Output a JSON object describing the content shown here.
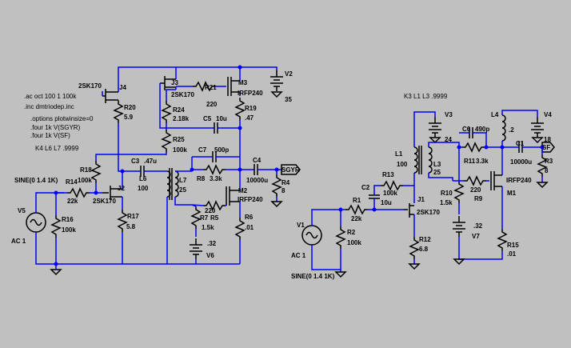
{
  "directives": {
    "ac": ".ac oct 100 1 100k",
    "inc": ".inc dmtriodep.inc",
    "options": ".options plotwinsize=0",
    "four1": ".four 1k V(SGYR)",
    "four2": ".four 1k V(SF)",
    "k1": "K4 L6 L7 .9999",
    "k2": "K3 L1 L3 .9999"
  },
  "left": {
    "v5": {
      "name": "V5",
      "src": "SINE(0 1.4 1K)",
      "ac": "AC 1"
    },
    "r14": {
      "name": "R14",
      "value": "22k"
    },
    "r16": {
      "name": "R16",
      "value": "100k"
    },
    "r18": {
      "name": "R18",
      "value": "100k"
    },
    "j2": {
      "name": "J2",
      "value": "2SK170"
    },
    "r17": {
      "name": "R17",
      "value": "5.8"
    },
    "j4": {
      "name": "J4",
      "value": "2SK170"
    },
    "r20": {
      "name": "R20",
      "value": "5.9"
    },
    "c3": {
      "name": "C3",
      "value": ".47u"
    },
    "l6": {
      "name": "L6",
      "value": "100"
    },
    "l7": {
      "name": "L7",
      "value": "25"
    },
    "j3": {
      "name": "J3",
      "value": "2SK170"
    },
    "r24": {
      "name": "R24",
      "value": "2.18k"
    },
    "r21": {
      "name": "R21",
      "value": "220"
    },
    "c5": {
      "name": "C5",
      "value": "10u"
    },
    "r25": {
      "name": "R25",
      "value": "100k"
    },
    "m3": {
      "name": "M3",
      "value": "IRFP240"
    },
    "r19": {
      "name": "R19",
      "value": ".47"
    },
    "v2": {
      "name": "V2",
      "value": "35"
    },
    "c7": {
      "name": "C7",
      "value": "500p"
    },
    "r8": {
      "name": "R8",
      "value": "3.3k"
    },
    "m2": {
      "name": "M2",
      "value": "IRFP240"
    },
    "r7": {
      "name": "R7",
      "value": "1.5k"
    },
    "r5": {
      "name": "R5",
      "value": "220"
    },
    "v6": {
      "name": "V6",
      "value": ".32"
    },
    "r6": {
      "name": "R6",
      "value": ".01"
    },
    "c4": {
      "name": "C4",
      "value": "10000u"
    },
    "r4": {
      "name": "R4",
      "value": "8"
    },
    "out": "SGYR"
  },
  "right": {
    "v1": {
      "name": "V1",
      "src": "SINE(0 1.4 1K)",
      "ac": "AC 1"
    },
    "r1": {
      "name": "R1",
      "value": "22k"
    },
    "r2": {
      "name": "R2",
      "value": "100k"
    },
    "c2": {
      "name": "C2",
      "value": "10u"
    },
    "r13": {
      "name": "R13",
      "value": "100k"
    },
    "j1": {
      "name": "J1",
      "value": "2SK170"
    },
    "r12": {
      "name": "R12",
      "value": "6.8"
    },
    "v3": {
      "name": "V3",
      "value": "24"
    },
    "l1": {
      "name": "L1",
      "value": "100"
    },
    "l3": {
      "name": "L3",
      "value": "25"
    },
    "c6": {
      "name": "C6",
      "value": "490p"
    },
    "r11": {
      "name": "R11",
      "value": "3.3k"
    },
    "r10": {
      "name": "R10",
      "value": "1.5k"
    },
    "r9": {
      "name": "R9",
      "value": "220"
    },
    "v7": {
      "name": "V7",
      "value": ".32"
    },
    "l4": {
      "name": "L4",
      "value": ".2"
    },
    "v4": {
      "name": "V4",
      "value": "18"
    },
    "c1": {
      "name": "C1",
      "value": "10000u"
    },
    "m1": {
      "name": "M1",
      "value": "IRFP240"
    },
    "r3": {
      "name": "R3",
      "value": "8"
    },
    "r15": {
      "name": "R15",
      "value": ".01"
    },
    "out": "SF"
  }
}
